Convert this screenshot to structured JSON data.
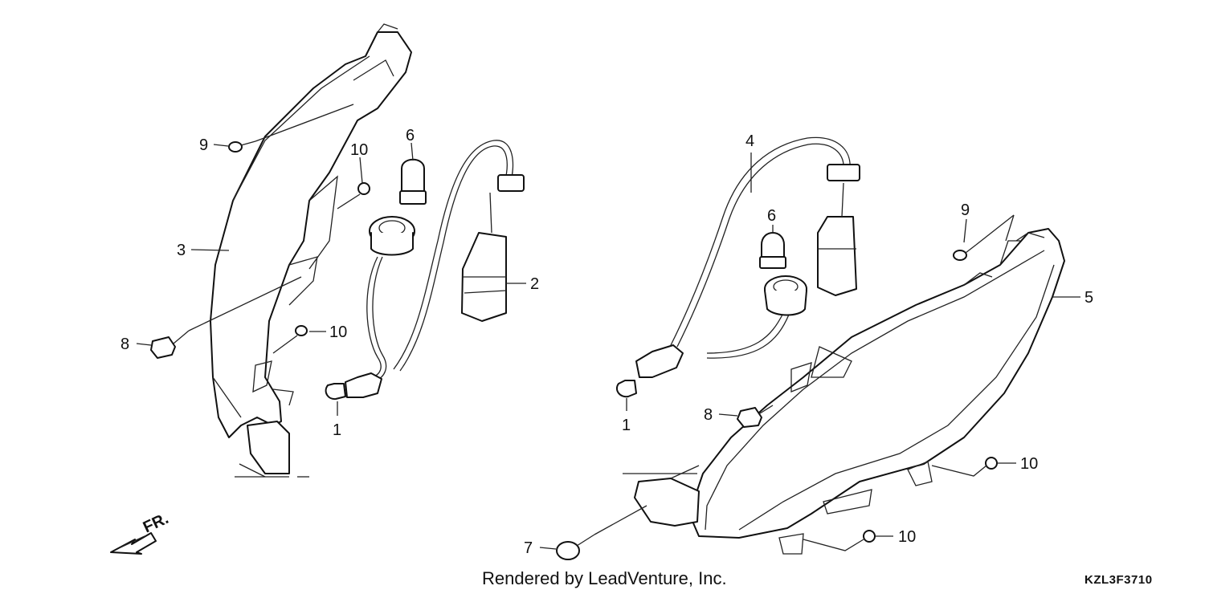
{
  "callouts": [
    {
      "id": "9a",
      "text": "9"
    },
    {
      "id": "10a",
      "text": "10"
    },
    {
      "id": "6a",
      "text": "6"
    },
    {
      "id": "3",
      "text": "3"
    },
    {
      "id": "2",
      "text": "2"
    },
    {
      "id": "8a",
      "text": "8"
    },
    {
      "id": "10b",
      "text": "10"
    },
    {
      "id": "1a",
      "text": "1"
    },
    {
      "id": "4",
      "text": "4"
    },
    {
      "id": "6b",
      "text": "6"
    },
    {
      "id": "9b",
      "text": "9"
    },
    {
      "id": "5",
      "text": "5"
    },
    {
      "id": "1b",
      "text": "1"
    },
    {
      "id": "8b",
      "text": "8"
    },
    {
      "id": "10c",
      "text": "10"
    },
    {
      "id": "7",
      "text": "7"
    },
    {
      "id": "10d",
      "text": "10"
    }
  ],
  "front_indicator": "FR.",
  "footer": {
    "credit": "Rendered by LeadVenture, Inc.",
    "diagram_code": "KZL3F3710"
  },
  "colors": {
    "line": "#111111",
    "background": "#ffffff"
  }
}
